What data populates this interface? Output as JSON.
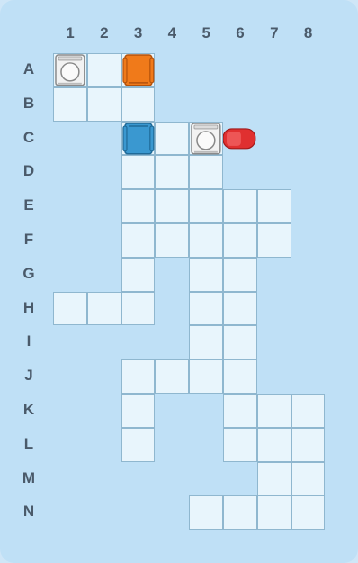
{
  "columns": [
    "1",
    "2",
    "3",
    "4",
    "5",
    "6",
    "7",
    "8"
  ],
  "rows": [
    "A",
    "B",
    "C",
    "D",
    "E",
    "F",
    "G",
    "H",
    "I",
    "J",
    "K",
    "L",
    "M",
    "N"
  ],
  "cells": [
    "A1",
    "A2",
    "A3",
    "B1",
    "B2",
    "B3",
    "C3",
    "C4",
    "C5",
    "D3",
    "D4",
    "D5",
    "E3",
    "E4",
    "E5",
    "E6",
    "E7",
    "F3",
    "F4",
    "F5",
    "F6",
    "F7",
    "G3",
    "G5",
    "G6",
    "H1",
    "H2",
    "H3",
    "H5",
    "H6",
    "I5",
    "I6",
    "J3",
    "J4",
    "J5",
    "J6",
    "K3",
    "K6",
    "K7",
    "K8",
    "L3",
    "L6",
    "L7",
    "L8",
    "M7",
    "M8",
    "N5",
    "N6",
    "N7",
    "N8"
  ],
  "pieces": [
    {
      "type": "washing-machine",
      "cell": "A1",
      "color": "#d8d8d8"
    },
    {
      "type": "orange-chair",
      "cell": "A3",
      "color": "#f07a1a"
    },
    {
      "type": "blue-chair",
      "cell": "C3",
      "color": "#3a98d0"
    },
    {
      "type": "washing-machine",
      "cell": "C5",
      "color": "#d8d8d8"
    },
    {
      "type": "red-car",
      "cell": "C6",
      "color": "#e03030"
    }
  ]
}
